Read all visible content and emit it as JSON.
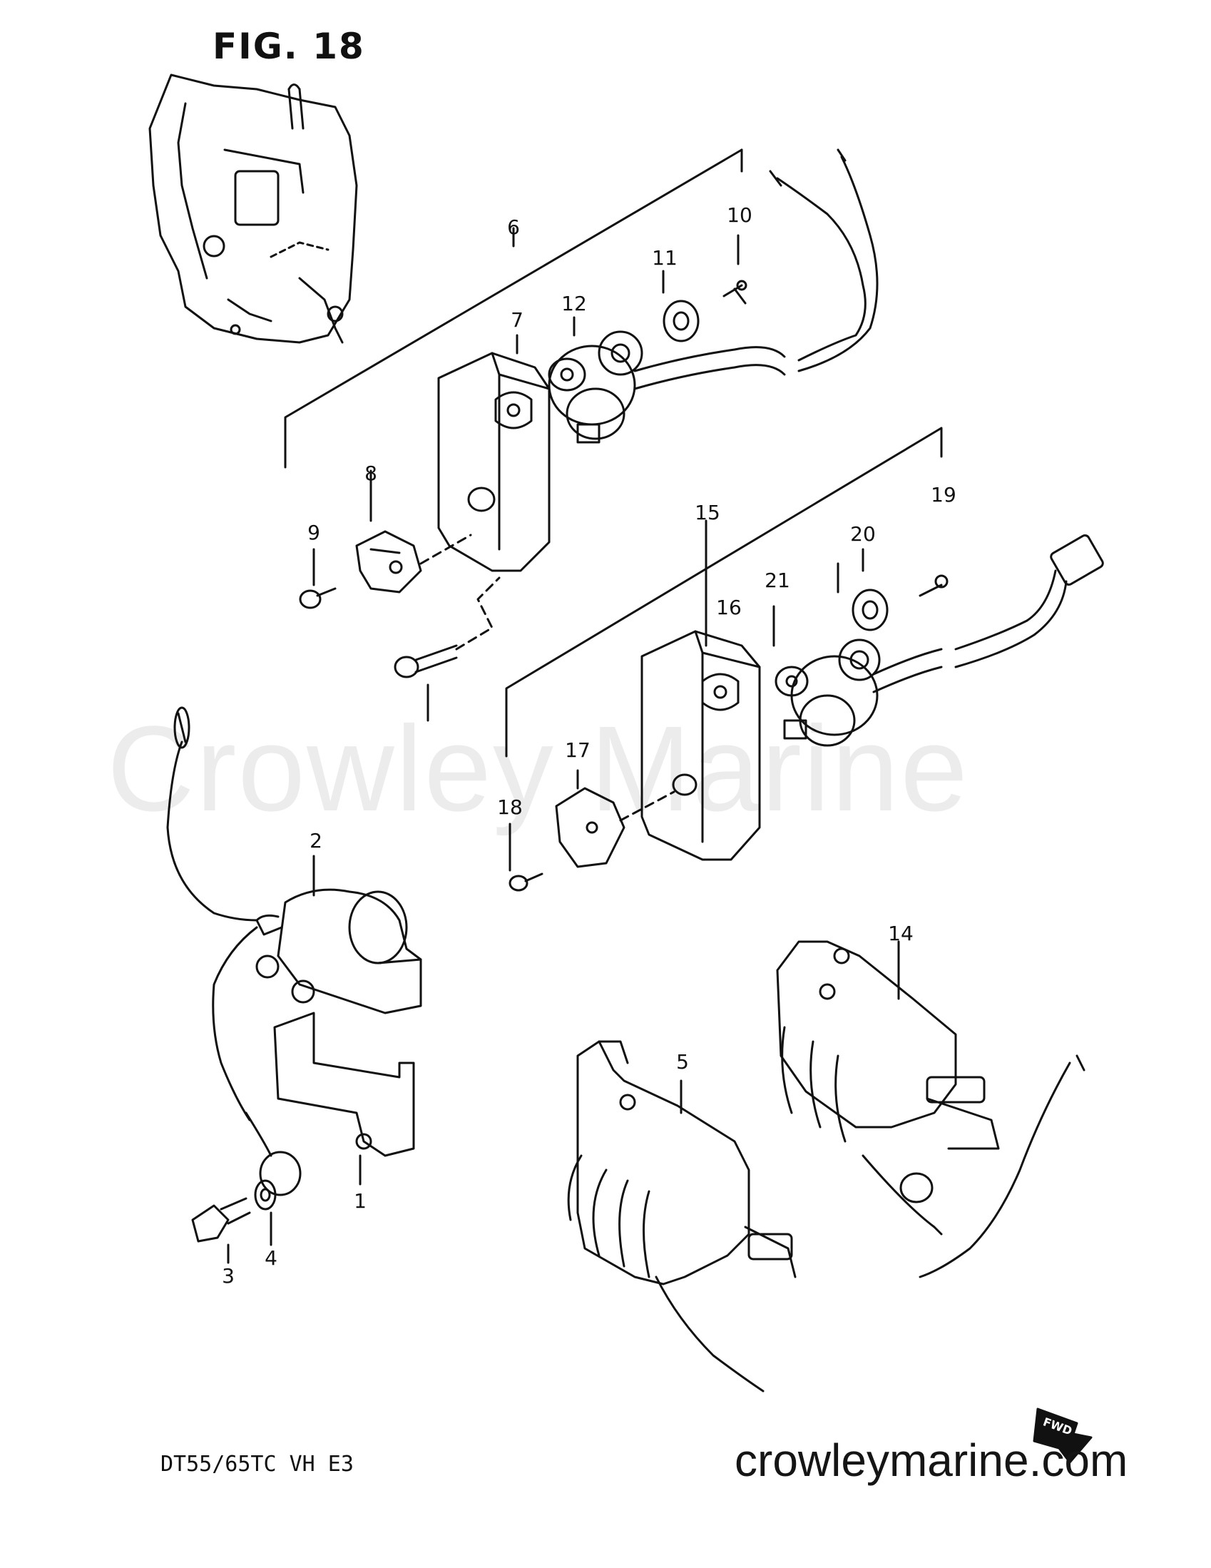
{
  "figure": {
    "title": "FIG. 18",
    "model_code": "DT55/65TC VH E3"
  },
  "watermark": "Crowley Marine",
  "site_footer": "crowleymarine.com",
  "fwd_badge": "FWD",
  "callouts": [
    {
      "id": "1",
      "label": "1"
    },
    {
      "id": "2",
      "label": "2"
    },
    {
      "id": "3",
      "label": "3"
    },
    {
      "id": "4",
      "label": "4"
    },
    {
      "id": "5",
      "label": "5"
    },
    {
      "id": "6",
      "label": "6"
    },
    {
      "id": "7",
      "label": "7"
    },
    {
      "id": "8",
      "label": "8"
    },
    {
      "id": "9",
      "label": "9"
    },
    {
      "id": "10",
      "label": "10"
    },
    {
      "id": "11",
      "label": "11"
    },
    {
      "id": "12",
      "label": "12"
    },
    {
      "id": "14",
      "label": "14"
    },
    {
      "id": "15",
      "label": "15"
    },
    {
      "id": "16",
      "label": "16"
    },
    {
      "id": "17",
      "label": "17"
    },
    {
      "id": "18",
      "label": "18"
    },
    {
      "id": "19",
      "label": "19"
    },
    {
      "id": "20",
      "label": "20"
    },
    {
      "id": "21",
      "label": "21"
    }
  ]
}
